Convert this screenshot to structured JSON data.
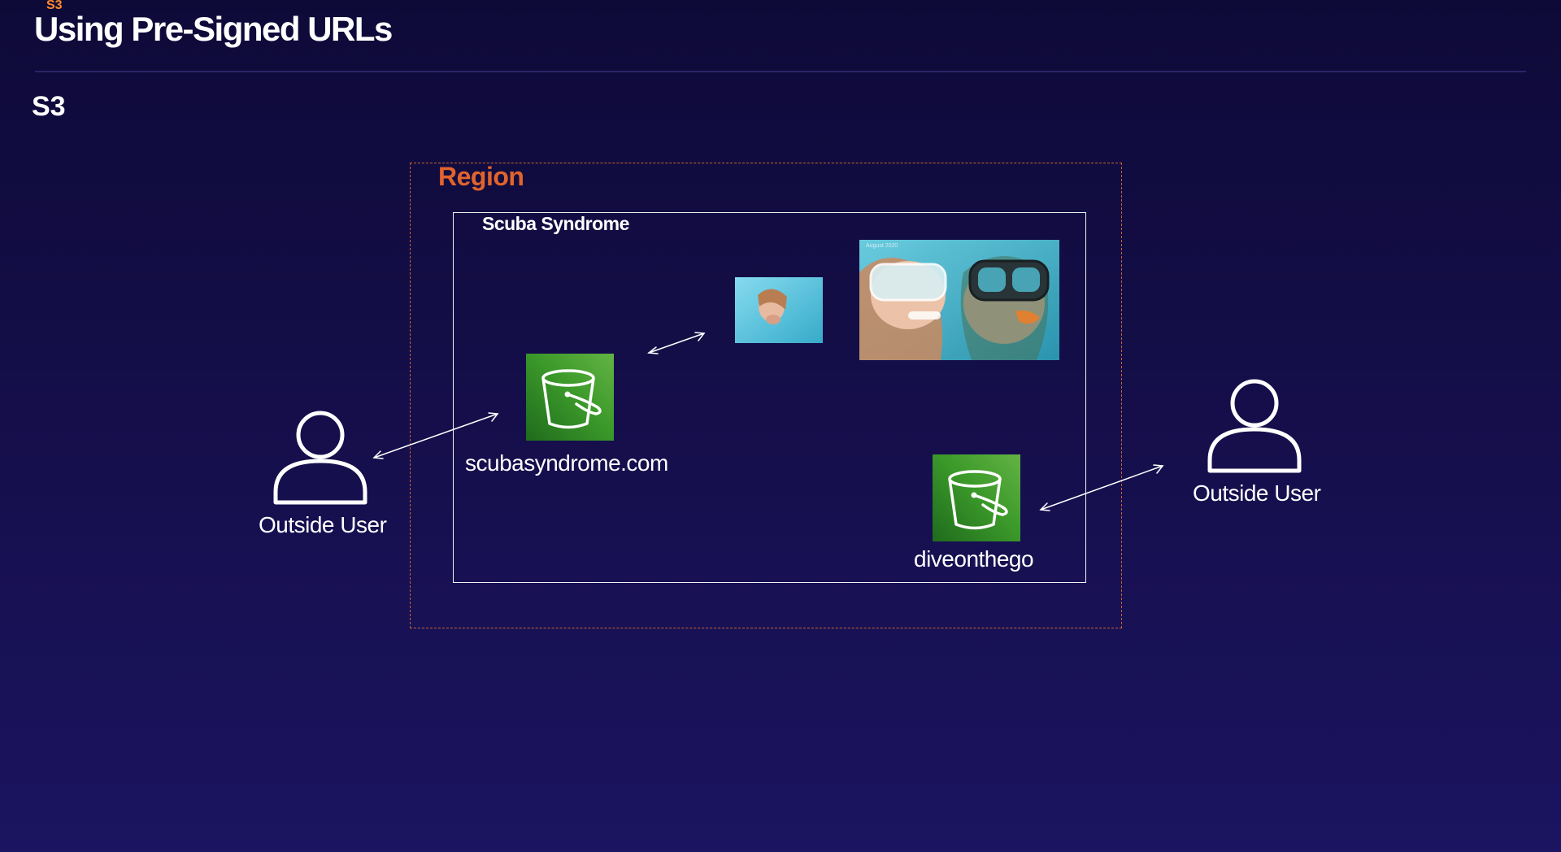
{
  "header": {
    "kicker": "S3",
    "title": "Using Pre-Signed URLs",
    "section": "S3"
  },
  "diagram": {
    "region_label": "Region",
    "account_label": "Scuba Syndrome",
    "buckets": [
      {
        "label": "scubasyndrome.com",
        "icon": "s3-bucket-icon"
      },
      {
        "label": "diveonthego",
        "icon": "s3-bucket-icon"
      }
    ],
    "users": [
      {
        "label": "Outside User",
        "icon": "user-icon"
      },
      {
        "label": "Outside User",
        "icon": "user-icon"
      }
    ],
    "photos": [
      {
        "name": "small-snorkel-photo"
      },
      {
        "name": "large-snorkel-photo",
        "caption": "August 2020"
      }
    ]
  },
  "colors": {
    "background": "#160f4d",
    "accent": "#e1642c",
    "bucket_green": "#3c9a2a",
    "line": "#ffffff"
  }
}
